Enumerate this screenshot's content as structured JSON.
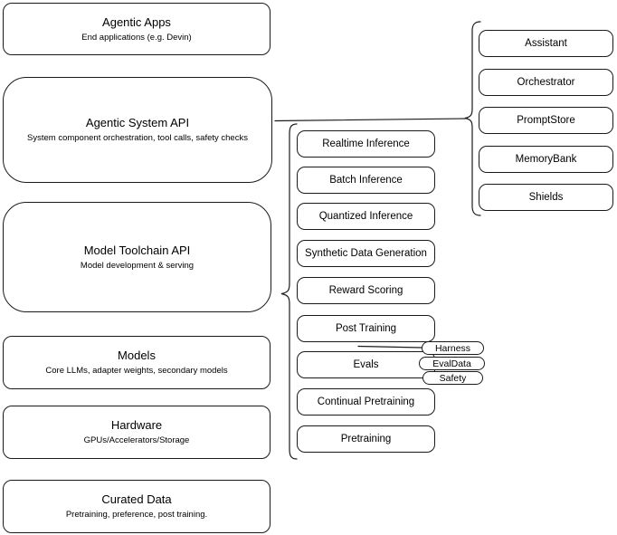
{
  "diagram": {
    "left_stack": [
      {
        "title": "Agentic Apps",
        "subtitle": "End applications (e.g. Devin)"
      },
      {
        "title": "Agentic System API",
        "subtitle": "System component orchestration, tool calls, safety checks"
      },
      {
        "title": "Model Toolchain API",
        "subtitle": "Model development & serving"
      },
      {
        "title": "Models",
        "subtitle": "Core LLMs, adapter weights, secondary models"
      },
      {
        "title": "Hardware",
        "subtitle": "GPUs/Accelerators/Storage"
      },
      {
        "title": "Curated Data",
        "subtitle": "Pretraining, preference, post training."
      }
    ],
    "toolchain_capabilities": [
      "Realtime Inference",
      "Batch Inference",
      "Quantized Inference",
      "Synthetic Data Generation",
      "Reward Scoring",
      "Post Training",
      "Evals",
      "Continual Pretraining",
      "Pretraining"
    ],
    "evals_tags": [
      "Harness",
      "EvalData",
      "Safety"
    ],
    "system_components": [
      "Assistant",
      "Orchestrator",
      "PromptStore",
      "MemoryBank",
      "Shields"
    ],
    "colors": {
      "stroke": "#1a1a1a",
      "fill": "#ffffff",
      "text": "#000000"
    }
  }
}
